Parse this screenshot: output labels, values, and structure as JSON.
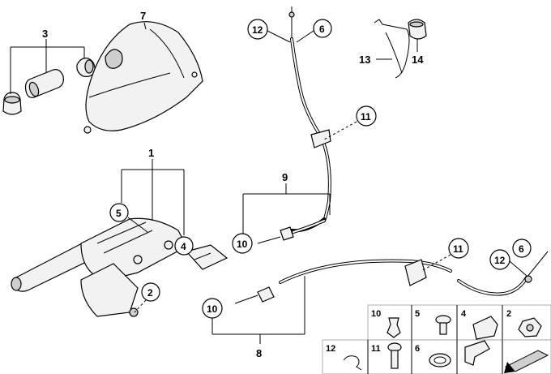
{
  "callouts": {
    "c1": "1",
    "c2": "2",
    "c3": "3",
    "c4": "4",
    "c5": "5",
    "c6a": "6",
    "c6b": "6",
    "c7": "7",
    "c8": "8",
    "c9": "9",
    "c10a": "10",
    "c10b": "10",
    "c11a": "11",
    "c11b": "11",
    "c12a": "12",
    "c12b": "12",
    "c13": "13",
    "c14": "14"
  },
  "parts_table": {
    "cells": [
      {
        "num": "10",
        "item": "expanding-rivet"
      },
      {
        "num": "5",
        "item": "screw"
      },
      {
        "num": "4",
        "item": "clip-holder"
      },
      {
        "num": "2",
        "item": "hex-nut"
      },
      {
        "num": "12",
        "item": "retaining-clip"
      },
      {
        "num": "11",
        "item": "bolt"
      },
      {
        "num": "6",
        "item": "grommet"
      },
      {
        "num": "",
        "item": "catalog-arrow"
      }
    ]
  },
  "colors": {
    "line": "#000000",
    "part_fill": "#f2f2f2",
    "shade": "#cfcfcf",
    "table_border": "#9a9a9a"
  }
}
